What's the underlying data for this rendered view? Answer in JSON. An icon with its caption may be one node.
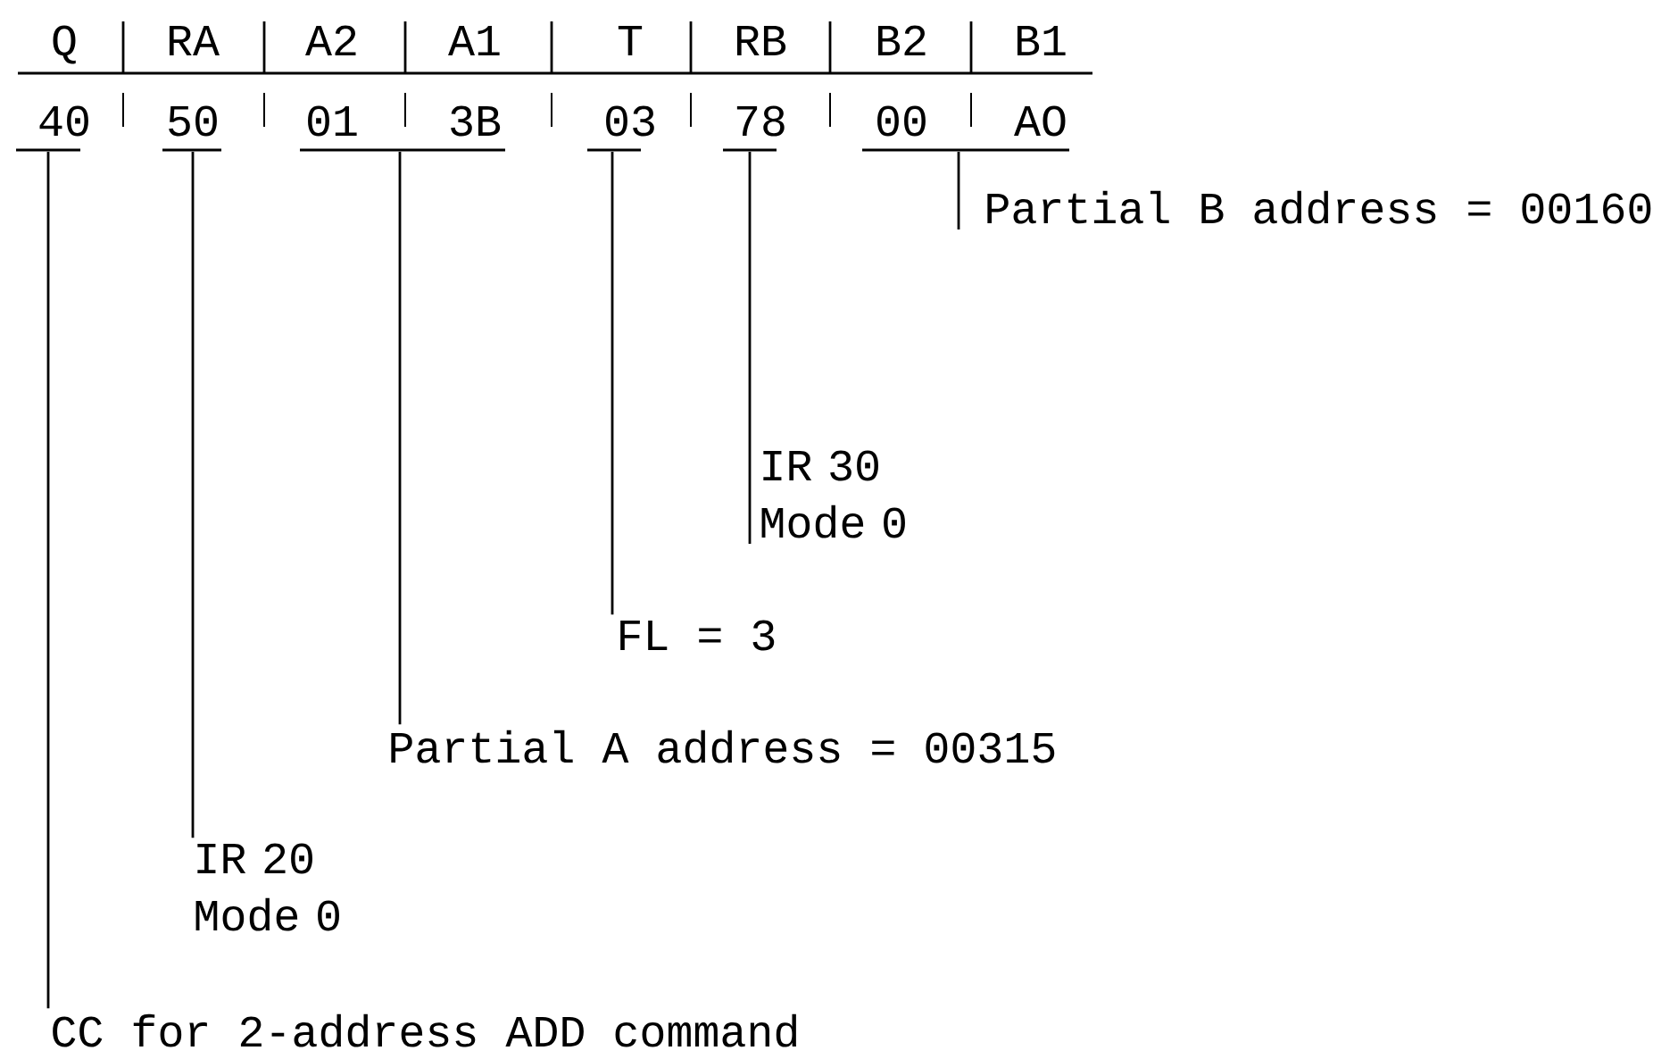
{
  "diagram": {
    "nodes": [
      {
        "text": [],
        "shape": "bar"
      },
      {
        "text": [],
        "shape": "bar"
      },
      {
        "text": [],
        "shape": "bar"
      },
      {
        "text": [],
        "shape": "bar"
      },
      {
        "text": [],
        "shape": "bar"
      },
      {
        "text": [],
        "shape": "bar"
      },
      {
        "text": [
          "Partial B address = 00160"
        ]
      },
      {
        "text": [
          "IR 30 Mode 0"
        ]
      },
      {
        "text": [
          "FL = 3"
        ]
      },
      {
        "text": [
          "Partial A address = 00315"
        ]
      },
      {
        "text": [
          "IR 20 Mode 0"
        ]
      },
      {
        "text": [
          "CC for 2-address ADD command"
        ]
      }
    ],
    "edges": [
      {
        "from": 6,
        "to": 5,
        "arrow": "none"
      },
      {
        "from": 7,
        "to": 4,
        "arrow": "none"
      },
      {
        "from": 8,
        "to": 3,
        "arrow": "none"
      },
      {
        "from": 9,
        "to": 2,
        "arrow": "none"
      },
      {
        "from": 10,
        "to": 1,
        "arrow": "none"
      },
      {
        "from": 11,
        "to": 0,
        "arrow": "none"
      }
    ],
    "labels": [
      "Q",
      "RA",
      "A2",
      "A1",
      "T",
      "RB",
      "B2",
      "B1",
      "40",
      "50",
      "01",
      "3B",
      "03",
      "78",
      "00",
      "AO"
    ]
  }
}
